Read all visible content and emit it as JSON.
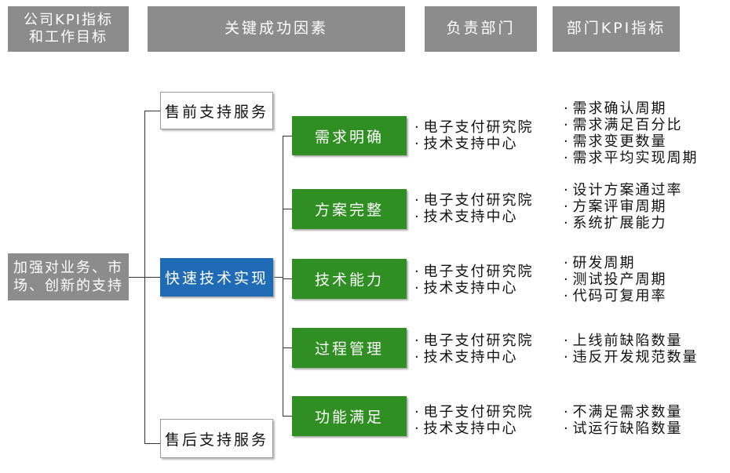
{
  "headers": {
    "company": "公司KPI指标和工作目标",
    "factors": "关键成功因素",
    "dept": "负责部门",
    "dept_kpi": "部门KPI指标"
  },
  "root": "加强对业务、市场、创新的支持",
  "level2": {
    "presale": "售前支持服务",
    "fast": "快速技术实现",
    "aftersale": "售后支持服务"
  },
  "factors": [
    {
      "label": "需求明确",
      "depts": [
        "电子支付研究院",
        "技术支持中心"
      ],
      "kpis": [
        "需求确认周期",
        "需求满足百分比",
        "需求变更数量",
        "需求平均实现周期"
      ]
    },
    {
      "label": "方案完整",
      "depts": [
        "电子支付研究院",
        "技术支持中心"
      ],
      "kpis": [
        "设计方案通过率",
        "方案评审周期",
        "系统扩展能力"
      ]
    },
    {
      "label": "技术能力",
      "depts": [
        "电子支付研究院",
        "技术支持中心"
      ],
      "kpis": [
        "研发周期",
        "测试投产周期",
        "代码可复用率"
      ]
    },
    {
      "label": "过程管理",
      "depts": [
        "电子支付研究院",
        "技术支持中心"
      ],
      "kpis": [
        "上线前缺陷数量",
        "违反开发规范数量"
      ]
    },
    {
      "label": "功能满足",
      "depts": [
        "电子支付研究院",
        "技术支持中心"
      ],
      "kpis": [
        "不满足需求数量",
        "试运行缺陷数量"
      ]
    }
  ]
}
